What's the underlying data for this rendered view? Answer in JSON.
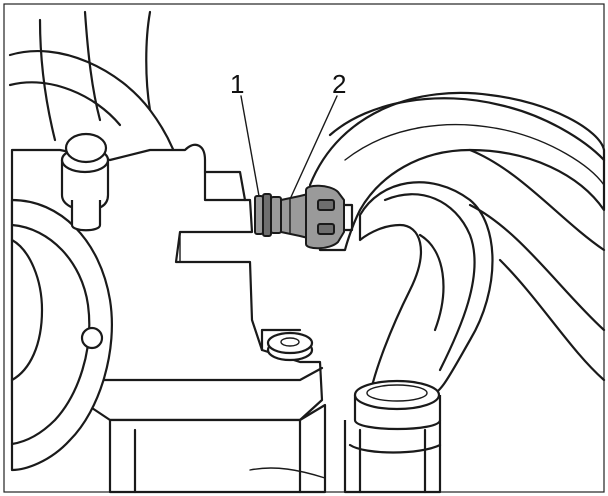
{
  "callouts": [
    {
      "id": "1",
      "label": "1"
    },
    {
      "id": "2",
      "label": "2"
    }
  ],
  "colors": {
    "line": "#1a1a1a",
    "grommet": "#9a9a9a",
    "grommet_dark": "#6e6e6e",
    "background": "#ffffff"
  }
}
